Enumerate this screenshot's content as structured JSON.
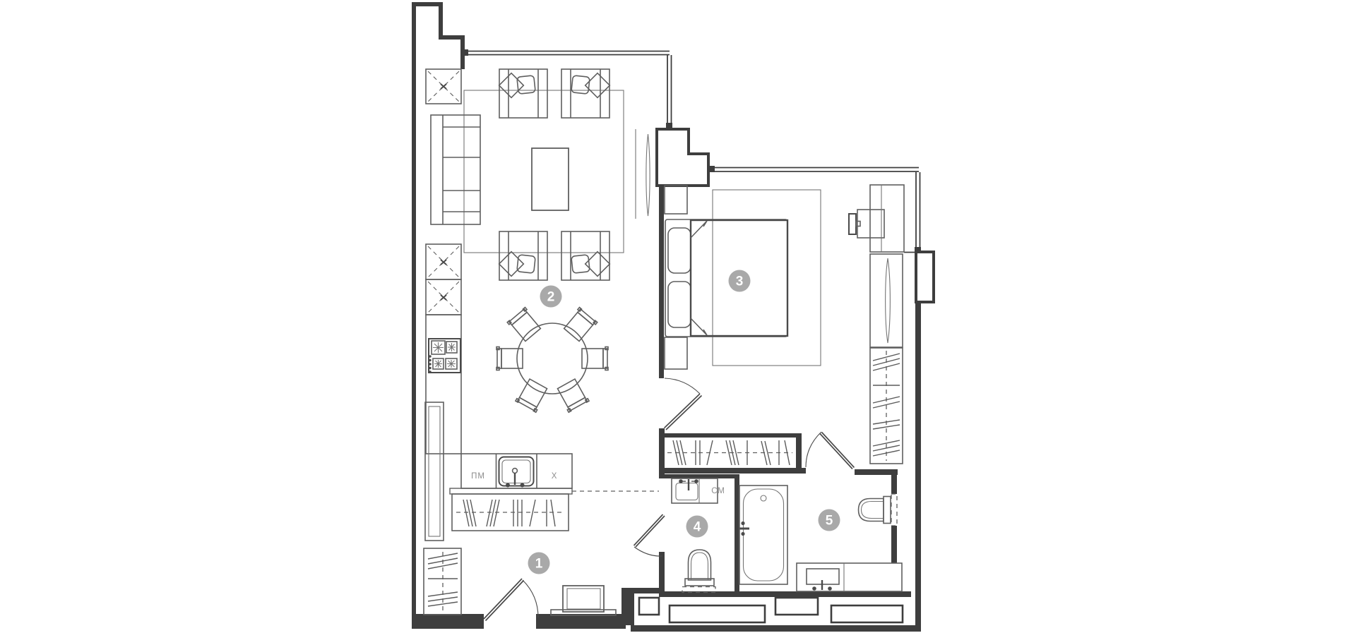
{
  "floor_plan": {
    "background_color": "#ffffff",
    "colors": {
      "wall": "#3e3e3e",
      "furniture": "#5f5f5f",
      "label_circle": "#a9a9a9",
      "label_text": "#ffffff",
      "annotation_text": "#8d8d8d"
    },
    "room_labels": [
      {
        "id": "room-1",
        "number": "1"
      },
      {
        "id": "room-2",
        "number": "2"
      },
      {
        "id": "room-3",
        "number": "3"
      },
      {
        "id": "room-4",
        "number": "4"
      },
      {
        "id": "room-5",
        "number": "5"
      }
    ],
    "annotations": [
      {
        "id": "dishwasher",
        "text": "ПМ"
      },
      {
        "id": "fridge",
        "text": "X"
      },
      {
        "id": "washing-machine",
        "text": "СМ"
      }
    ]
  }
}
